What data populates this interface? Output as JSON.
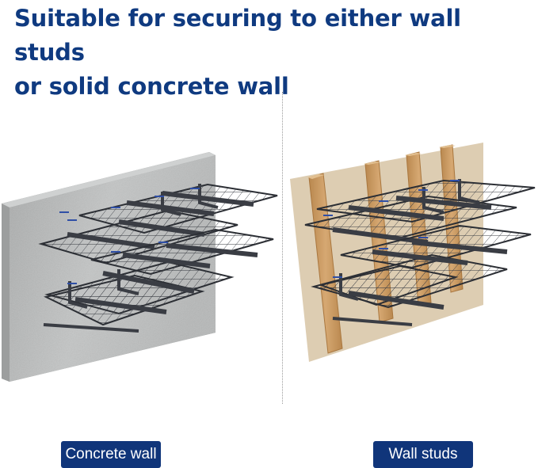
{
  "headline": {
    "line1": "Suitable for securing to either wall studs",
    "line2": "or solid concrete wall"
  },
  "labels": {
    "concrete": "Concrete wall",
    "studs": "Wall studs"
  },
  "colors": {
    "headline": "#0f3a80",
    "label_bg": "#10357a",
    "label_text": "#ffffff",
    "concrete": "#b9bbbb",
    "drywall": "#d7c6a9",
    "stud": "#c89a62",
    "rack": "#3a3d44",
    "anchor": "#2f4fa6"
  }
}
